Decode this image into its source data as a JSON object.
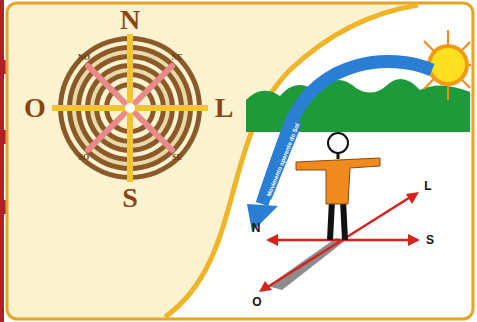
{
  "diagram": {
    "labels": [
      "N",
      "S",
      "O",
      "L",
      "NO",
      "NE",
      "SO",
      "SE",
      "N",
      "L",
      "S",
      "O",
      "Movimento aparente do Sol"
    ]
  }
}
